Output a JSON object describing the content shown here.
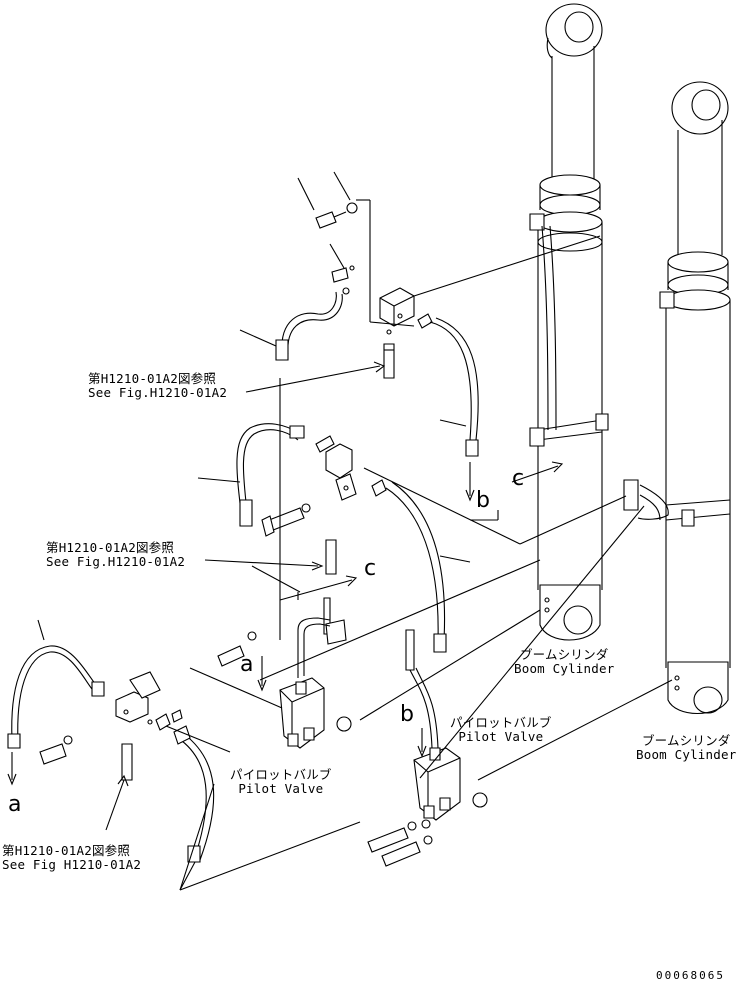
{
  "references": [
    {
      "jp": "第H1210-01A2図参照",
      "en": "See Fig.H1210-01A2"
    },
    {
      "jp": "第H1210-01A2図参照",
      "en": "See Fig.H1210-01A2"
    },
    {
      "jp": "第H1210-01A2図参照",
      "en": "See Fig H1210-01A2"
    }
  ],
  "components": {
    "pilot_valve_left": {
      "jp": "パイロットバルブ",
      "en": "Pilot Valve"
    },
    "pilot_valve_right": {
      "jp": "パイロットバルブ",
      "en": "Pilot Valve"
    },
    "boom_cylinder_left": {
      "jp": "ブームシリンダ",
      "en": "Boom Cylinder"
    },
    "boom_cylinder_right": {
      "jp": "ブームシリンダ",
      "en": "Boom Cylinder"
    }
  },
  "connectors": {
    "a_upper": "a",
    "a_lower": "a",
    "b_upper": "b",
    "b_lower": "b",
    "c_upper": "c",
    "c_lower": "c"
  },
  "drawing_id": "00068065"
}
